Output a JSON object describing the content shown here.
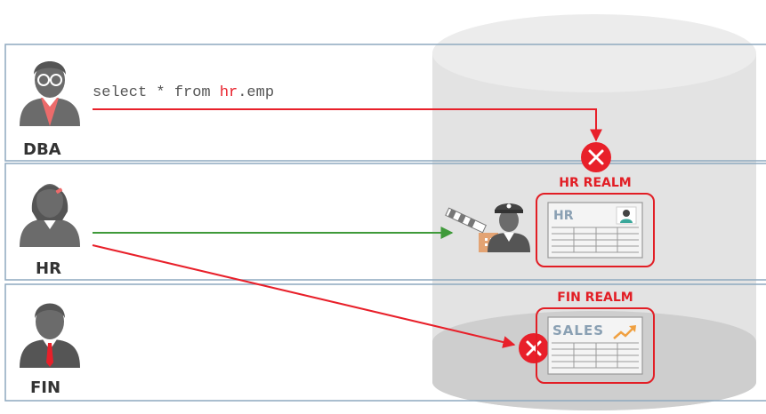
{
  "rows": [
    {
      "role": "DBA"
    },
    {
      "role": "HR"
    },
    {
      "role": "FIN"
    }
  ],
  "query": {
    "keyword_part": "select * from ",
    "schema": "hr",
    "rest": ".emp"
  },
  "realms": {
    "hr": {
      "title": "HR REALM",
      "card_label": "HR"
    },
    "fin": {
      "title": "FIN REALM",
      "card_label": "SALES"
    }
  },
  "colors": {
    "red": "#e8202a",
    "green": "#3f9a3a",
    "person": "#6b6b6b",
    "dba_shirt": "#ec6b6b",
    "cylinder": "#e3e3e3",
    "cylinder_bottom": "#cccccc",
    "row_border": "#8ea9bf",
    "realm_border": "#e21e25"
  },
  "icons": {
    "dba": "person-glasses-icon",
    "hr": "person-woman-icon",
    "fin": "person-tie-icon",
    "guard": "security-guard-icon",
    "barrier": "barrier-gate-icon",
    "block": "x-circle-icon",
    "trend": "trend-up-icon"
  }
}
